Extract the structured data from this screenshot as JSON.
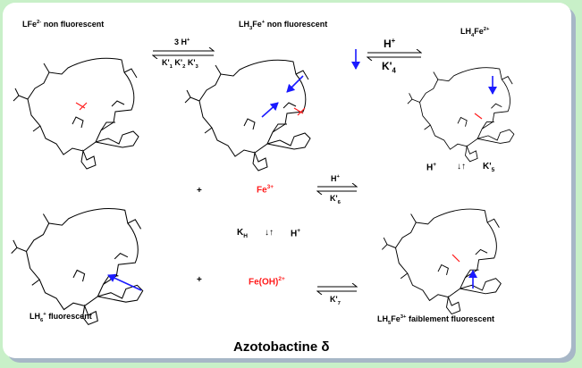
{
  "caption": "Azotobactine δ",
  "species": {
    "lfe": {
      "base": "LFe",
      "sup": "2-",
      "rest": " non fluorescent"
    },
    "lh3fe": {
      "base": "LH",
      "sub": "3",
      "mid": "Fe",
      "sup": "+",
      "rest": " non fluorescent"
    },
    "lh4fe": {
      "base": "LH",
      "sub": "4",
      "mid": "Fe",
      "sup": "2+"
    },
    "lh6": {
      "base": "LH",
      "sub": "6",
      "sup": "+",
      "rest": " fluorescent"
    },
    "lh5fe": {
      "base": "LH",
      "sub": "5",
      "mid": "Fe",
      "sup": "3+",
      "rest": " faiblement fluorescent"
    }
  },
  "reagents": {
    "fe3": {
      "base": "Fe",
      "sup": "3+"
    },
    "feoh": {
      "base": "Fe(OH)",
      "sup": "2+"
    },
    "plus": "+"
  },
  "arrows": {
    "a1": {
      "top_base": "3 H",
      "top_sup": "+",
      "bottom": "K'",
      "bottom_subs": [
        "1",
        "2",
        "3"
      ]
    },
    "a2": {
      "top_base": "H",
      "top_sup": "+",
      "bottom_base": "K'",
      "bottom_sub": "4"
    },
    "a3": {
      "top_base": "H",
      "top_sup": "+",
      "bottom_base": "K'",
      "bottom_sub": "5",
      "glyph": "↓↑"
    },
    "a4": {
      "top_base": "H",
      "top_sup": "+",
      "bottom_base": "K'",
      "bottom_sub": "6"
    },
    "a5": {
      "left_base": "K",
      "left_sub": "H",
      "glyph": "↓↑",
      "right_base": "H",
      "right_sup": "+"
    },
    "a6": {
      "bottom_base": "K'",
      "bottom_sub": "7"
    }
  },
  "colors": {
    "accent_red": "#ff1a1a",
    "arrow_blue": "#1a1aff",
    "background": "#c8f0c8",
    "shadow": "#a7b7c7"
  }
}
